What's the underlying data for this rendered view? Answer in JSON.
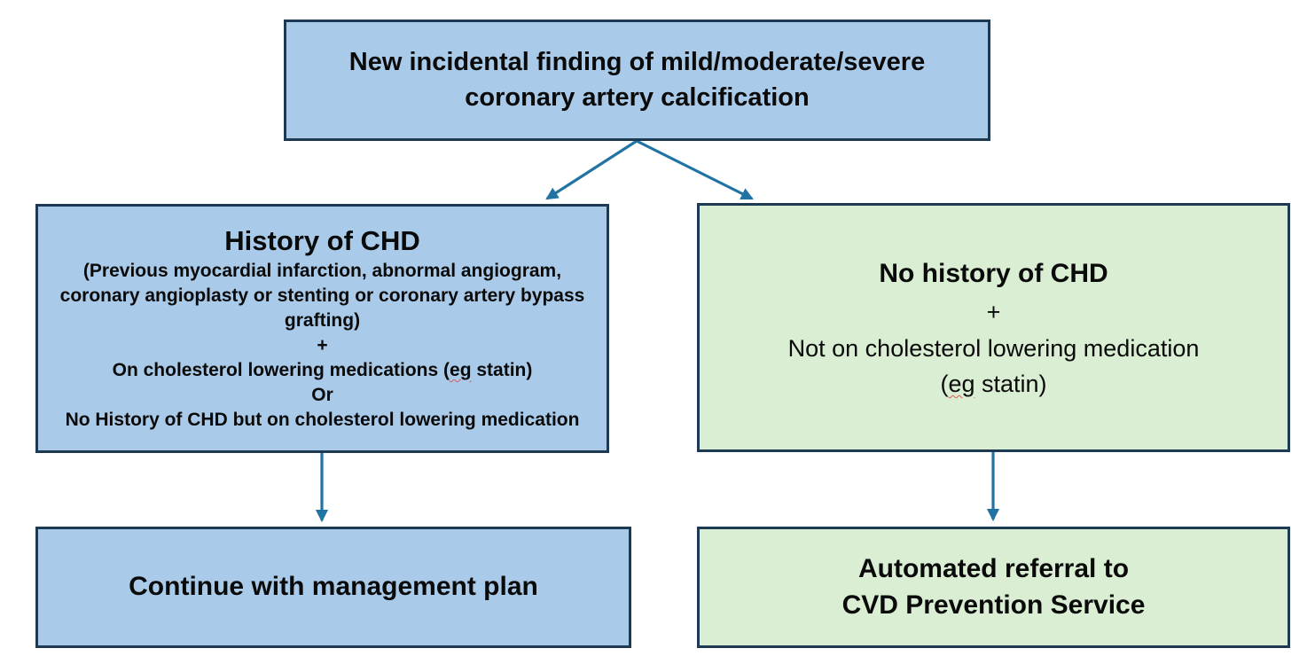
{
  "colors": {
    "blue-fill": "#a9cbe9",
    "green-fill": "#d9eed3",
    "box-border": "#1e3a52",
    "arrow": "#2173a3",
    "text": "#0a0a0a",
    "squiggle": "#e05a5a"
  },
  "flowchart": {
    "top": {
      "lines": [
        "New incidental finding of mild/moderate/severe",
        "coronary artery calcification"
      ]
    },
    "history": {
      "title": "History of CHD",
      "detail": "(Previous myocardial infarction, abnormal angiogram, coronary angioplasty or stenting or coronary artery bypass grafting)",
      "plus": "+",
      "med_pre": "On cholesterol lowering medications (",
      "med_word": "eg",
      "med_post": " statin)",
      "or": "Or",
      "alt": "No History of CHD  but on cholesterol lowering medication"
    },
    "no_history": {
      "title": "No history of CHD",
      "plus": "+",
      "line1": "Not on cholesterol lowering medication",
      "paren_pre": "(",
      "paren_word": "eg",
      "paren_post": " statin)"
    },
    "continue": {
      "label": "Continue with management plan"
    },
    "referral": {
      "lines": [
        "Automated referral to",
        "CVD Prevention Service"
      ]
    }
  }
}
